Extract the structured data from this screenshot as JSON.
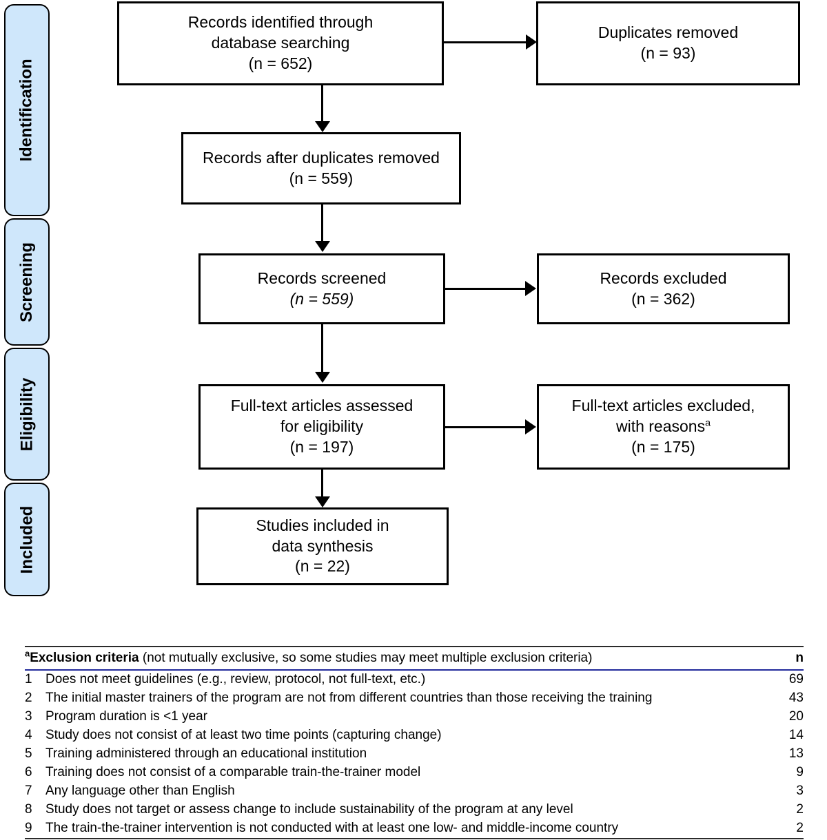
{
  "stages": [
    {
      "label": "Identification"
    },
    {
      "label": "Screening"
    },
    {
      "label": "Eligibility"
    },
    {
      "label": "Included"
    }
  ],
  "flow_boxes": {
    "identified": {
      "line1": "Records identified through",
      "line2": "database searching",
      "line3": "(n = 652)"
    },
    "duplicates_removed": {
      "line1": "Duplicates removed",
      "line2": "(n = 93)"
    },
    "after_duplicates": {
      "line1": "Records after duplicates removed",
      "line2": "(n = 559)"
    },
    "screened": {
      "line1": "Records screened",
      "line2": "(n = 559)"
    },
    "records_excluded": {
      "line1": "Records excluded",
      "line2": "(n = 362)"
    },
    "fulltext_assessed": {
      "line1": "Full-text articles assessed",
      "line2": "for eligibility",
      "line3": "(n = 197)"
    },
    "fulltext_excluded": {
      "line1": "Full-text articles excluded,",
      "line2": "with reasons",
      "line2_sup": "a",
      "line3": "(n = 175)"
    },
    "included": {
      "line1": "Studies included in",
      "line2": "data synthesis",
      "line3": "(n = 22)"
    }
  },
  "criteria_table": {
    "header_marker": "a",
    "header_label": "Exclusion criteria",
    "header_note": " (not mutually exclusive, so some studies may meet multiple exclusion criteria)",
    "header_n": "n",
    "rows": [
      {
        "num": "1",
        "text": "Does not meet guidelines (e.g., review, protocol, not full-text, etc.)",
        "n": "69"
      },
      {
        "num": "2",
        "text": "The initial master trainers of the program are not from different countries than those receiving the training",
        "n": "43"
      },
      {
        "num": "3",
        "text": "Program duration is <1 year",
        "n": "20"
      },
      {
        "num": "4",
        "text": "Study does not consist of at least two time points (capturing change)",
        "n": "14"
      },
      {
        "num": "5",
        "text": "Training administered through an educational institution",
        "n": "13"
      },
      {
        "num": "6",
        "text": "Training does not consist of a comparable train-the-trainer model",
        "n": "9"
      },
      {
        "num": "7",
        "text": "Any language other than English",
        "n": "3"
      },
      {
        "num": "8",
        "text": "Study does not target or assess change to include sustainability of the program at any level",
        "n": "2"
      },
      {
        "num": "9",
        "text": "The train-the-trainer intervention is not conducted with at least one low- and middle-income country",
        "n": "2"
      }
    ]
  },
  "colors": {
    "stage_fill": "#cfe7fb",
    "border": "#000000",
    "table_rule": "#21299b"
  }
}
